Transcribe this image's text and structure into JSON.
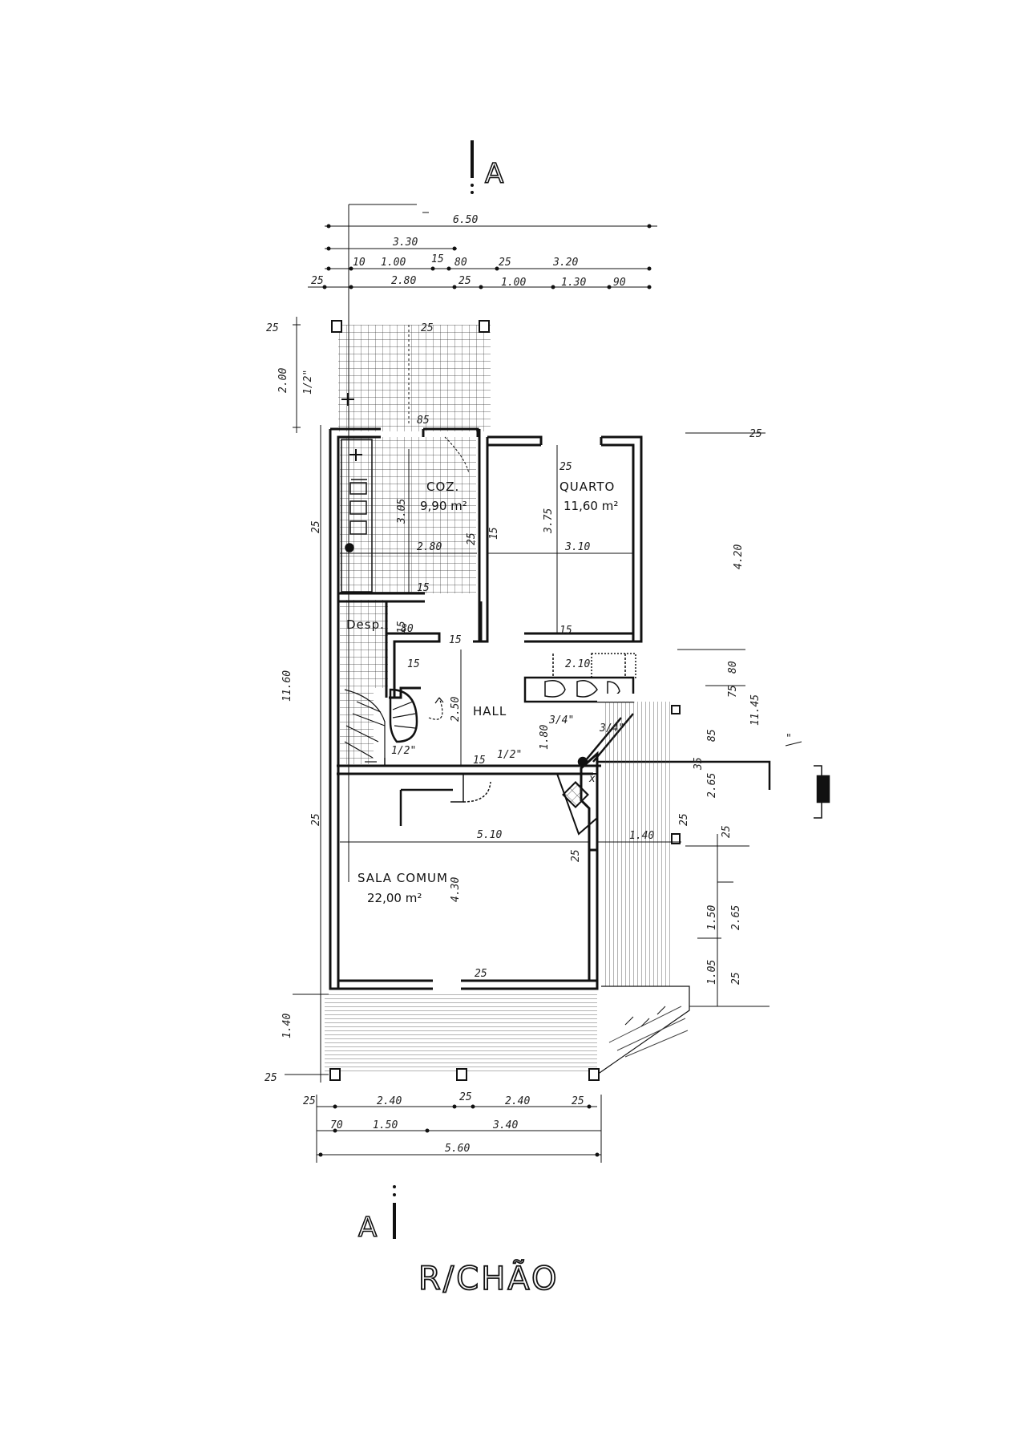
{
  "section_marker": {
    "label": "A"
  },
  "floor_title": "R/CHÃO",
  "rooms": {
    "kitchen": {
      "name": "COZ.",
      "area": "9,90 m²"
    },
    "bedroom": {
      "name": "QUARTO",
      "area": "11,60 m²"
    },
    "storage": {
      "name": "Desp."
    },
    "hall": {
      "name": "HALL"
    },
    "living": {
      "name": "SALA COMUM",
      "area": "22,00 m²"
    }
  },
  "dimensions": {
    "top_overall": "6.50",
    "top_row2": [
      "3.30"
    ],
    "top_row3": [
      "10",
      "1.00",
      "15",
      "80",
      "25",
      "3.20"
    ],
    "top_row4": [
      "25",
      "2.80",
      "25",
      "1.00",
      "1.30",
      "90"
    ],
    "terrace_top": [
      "25",
      "25",
      "2.00",
      "1/2\"",
      "85"
    ],
    "kitchen": [
      "3.05",
      "2.80",
      "15",
      "25"
    ],
    "bedroom": [
      "25",
      "3.75",
      "3.10",
      "15",
      "15"
    ],
    "right_side": [
      "25",
      "4.20",
      "80",
      "75",
      "11.45",
      "85",
      "35",
      "2.65",
      "25",
      "25",
      "1.50",
      "2.65",
      "1.05",
      "25"
    ],
    "left_side": [
      "25",
      "11.60",
      "25",
      "1.40",
      "25"
    ],
    "middle": [
      "15",
      "80",
      "15",
      "2.50",
      "15",
      "1.80",
      "2.10",
      "3/4\"",
      "3/4\"",
      "1/2\"",
      "1/2\"",
      "15",
      "x",
      "\""
    ],
    "living": [
      "5.10",
      "1.40",
      "25",
      "4.30",
      "25"
    ],
    "bottom_row1": [
      "25",
      "2.40",
      "25",
      "2.40",
      "25"
    ],
    "bottom_row2": [
      "70",
      "1.50",
      "3.40"
    ],
    "bottom_overall": "5.60"
  }
}
